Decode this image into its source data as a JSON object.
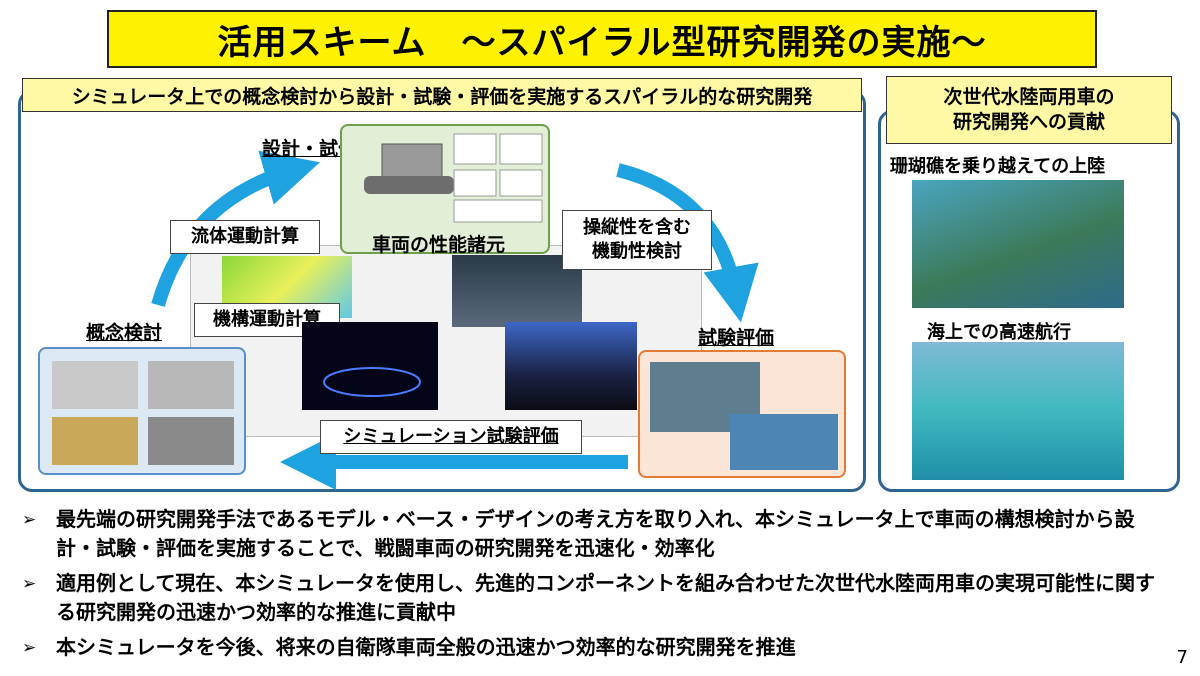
{
  "title": "活用スキーム　～スパイラル型研究開発の実施～",
  "left_panel": {
    "header": "シミュレータ上での概念検討から設計・試験・評価を実施するスパイラル的な研究開発",
    "stages": {
      "design": "設計・試作",
      "concept": "概念検討",
      "test": "試験評価"
    },
    "callouts": {
      "fluid": "流体運動計算",
      "mechanism": "機構運動計算",
      "vehicle_specs": "車両の性能諸元",
      "maneuver": "操縦性を含む\n機動性検討",
      "sim_eval": "シミュレーション試験評価"
    }
  },
  "right_panel": {
    "header": "次世代水陸両用車の\n研究開発への貢献",
    "captions": [
      "珊瑚礁を乗り越えての上陸",
      "海上での高速航行"
    ]
  },
  "bullets": [
    "最先端の研究開発手法であるモデル・ベース・デザインの考え方を取り入れ、本シミュレータ上で車両の構想検討から設計・試験・評価を実施することで、戦闘車両の研究開発を迅速化・効率化",
    "適用例として現在、本シミュレータを使用し、先進的コンポーネントを組み合わせた次世代水陸両用車の実現可能性に関する研究開発の迅速かつ効率的な推進に貢献中",
    "本シミュレータを今後、将来の自衛隊車両全般の迅速かつ効率的な研究開発を推進"
  ],
  "bullet_marker": "➢",
  "page_number": "7",
  "colors": {
    "title_bg": "#fff200",
    "header_bg": "#fff9a6",
    "panel_border": "#2f6491",
    "arrow": "#1fa3e0",
    "design_box": "#e3eed6",
    "test_box": "#fbe5d6",
    "concept_box": "#dce9f5"
  }
}
